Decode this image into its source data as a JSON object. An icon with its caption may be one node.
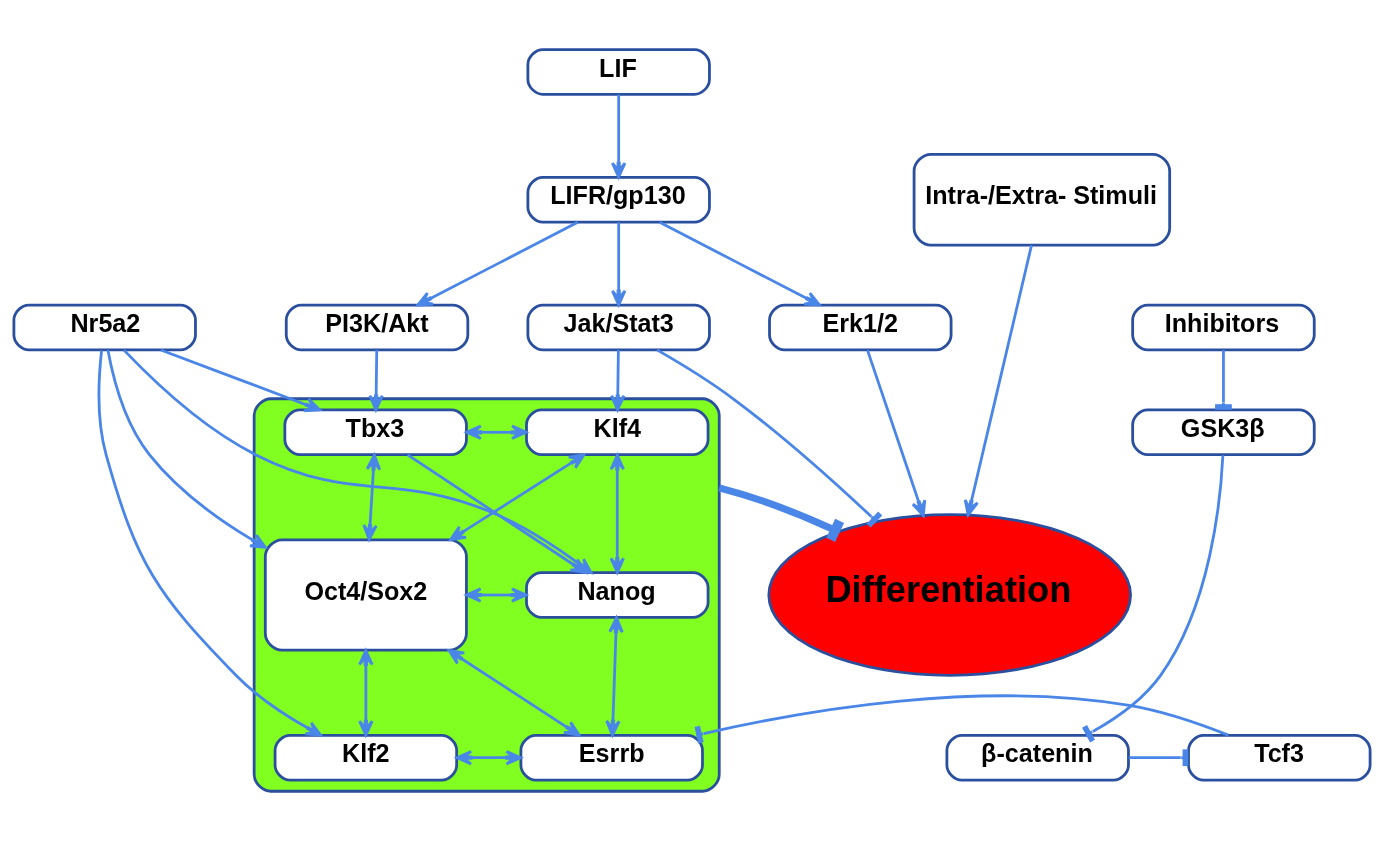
{
  "diagram": {
    "nodes": [
      {
        "text": [
          "LIF"
        ]
      },
      {
        "text": [
          "LIFR/gp130"
        ]
      },
      {
        "text": [
          "PI3K/Akt"
        ]
      },
      {
        "text": [
          "Jak/Stat3"
        ]
      },
      {
        "text": [
          "Erk1/2"
        ]
      },
      {
        "text": [
          "Intra-/Extra- Stimuli"
        ]
      },
      {
        "text": [
          "Inhibitors"
        ]
      },
      {
        "text": [],
        "shape": "box"
      },
      {
        "text": [
          "Tbx3"
        ],
        "in": 7
      },
      {
        "text": [
          "Klf4"
        ],
        "in": 7
      },
      {
        "text": [
          "Nanog"
        ],
        "in": 7
      },
      {
        "text": [
          "Oct4/Sox2"
        ],
        "in": 7
      },
      {
        "text": [
          "Klf2"
        ],
        "in": 7
      },
      {
        "text": [
          "Esrrb"
        ],
        "in": 7
      },
      {
        "text": [
          "Differentiation"
        ]
      },
      {
        "text": [
          "GSK3β"
        ]
      },
      {
        "text": [
          "Nr5a2"
        ]
      },
      {
        "text": [
          "Tcf3"
        ]
      },
      {
        "text": [
          "β-catenin"
        ]
      }
    ],
    "edges": [
      {
        "from": 0,
        "to": 1,
        "arrow": "to"
      },
      {
        "from": 1,
        "to": 2,
        "arrow": "to"
      },
      {
        "from": 1,
        "to": 3,
        "arrow": "to"
      },
      {
        "from": 1,
        "to": 4,
        "arrow": "to"
      },
      {
        "from": 2,
        "to": 8,
        "arrow": "to"
      },
      {
        "from": 3,
        "to": 9,
        "arrow": "to"
      },
      {
        "from": 8,
        "to": 9,
        "arrow": "both"
      },
      {
        "from": 8,
        "to": 10,
        "arrow": "to"
      },
      {
        "from": 8,
        "to": 11,
        "arrow": "both"
      },
      {
        "from": 9,
        "to": 10,
        "arrow": "both"
      },
      {
        "from": 9,
        "to": 11,
        "arrow": "both"
      },
      {
        "from": 10,
        "to": 11,
        "arrow": "both"
      },
      {
        "from": 10,
        "to": 13,
        "arrow": "both"
      },
      {
        "from": 11,
        "to": 12,
        "arrow": "both"
      },
      {
        "from": 11,
        "to": 13,
        "arrow": "both"
      },
      {
        "from": 12,
        "to": 13,
        "arrow": "both"
      },
      {
        "from": 16,
        "to": 11,
        "arrow": "to"
      },
      {
        "from": 16,
        "to": 10,
        "arrow": "to"
      },
      {
        "from": 16,
        "to": 8,
        "arrow": "to"
      },
      {
        "from": 16,
        "to": 12,
        "arrow": "to"
      },
      {
        "from": 17,
        "to": 13,
        "arrow": "other"
      },
      {
        "from": 3,
        "to": 14,
        "arrow": "other"
      },
      {
        "from": 4,
        "to": 14,
        "arrow": "to"
      },
      {
        "from": 5,
        "to": 14,
        "arrow": "to"
      },
      {
        "from": 7,
        "to": 14,
        "arrow": "other",
        "style": "thick"
      },
      {
        "from": 6,
        "to": 15,
        "arrow": "other"
      },
      {
        "from": 15,
        "to": 18,
        "arrow": "other"
      },
      {
        "from": 18,
        "to": 17,
        "arrow": "other"
      }
    ]
  }
}
